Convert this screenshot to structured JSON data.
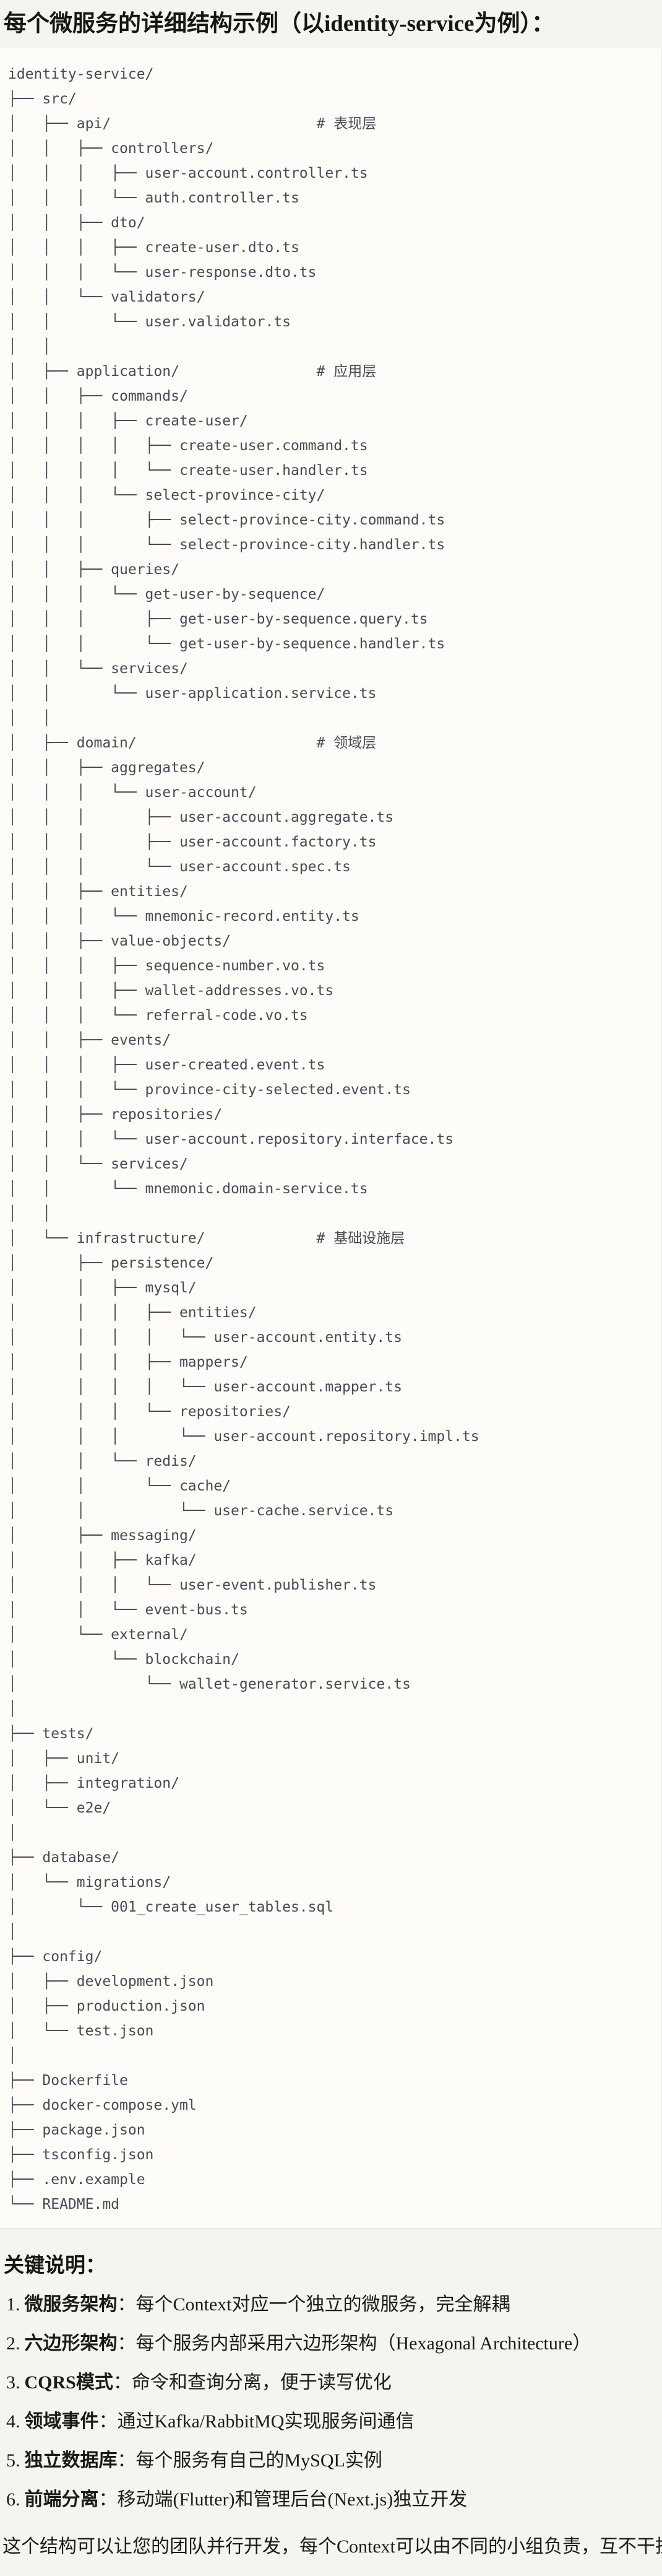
{
  "title": "每个微服务的详细结构示例（以identity-service为例）：",
  "tree": {
    "lines": [
      "identity-service/",
      "├── src/",
      "│   ├── api/                        # 表现层",
      "│   │   ├── controllers/",
      "│   │   │   ├── user-account.controller.ts",
      "│   │   │   └── auth.controller.ts",
      "│   │   ├── dto/",
      "│   │   │   ├── create-user.dto.ts",
      "│   │   │   └── user-response.dto.ts",
      "│   │   └── validators/",
      "│   │       └── user.validator.ts",
      "│   │",
      "│   ├── application/                # 应用层",
      "│   │   ├── commands/",
      "│   │   │   ├── create-user/",
      "│   │   │   │   ├── create-user.command.ts",
      "│   │   │   │   └── create-user.handler.ts",
      "│   │   │   └── select-province-city/",
      "│   │   │       ├── select-province-city.command.ts",
      "│   │   │       └── select-province-city.handler.ts",
      "│   │   ├── queries/",
      "│   │   │   └── get-user-by-sequence/",
      "│   │   │       ├── get-user-by-sequence.query.ts",
      "│   │   │       └── get-user-by-sequence.handler.ts",
      "│   │   └── services/",
      "│   │       └── user-application.service.ts",
      "│   │",
      "│   ├── domain/                     # 领域层",
      "│   │   ├── aggregates/",
      "│   │   │   └── user-account/",
      "│   │   │       ├── user-account.aggregate.ts",
      "│   │   │       ├── user-account.factory.ts",
      "│   │   │       └── user-account.spec.ts",
      "│   │   ├── entities/",
      "│   │   │   └── mnemonic-record.entity.ts",
      "│   │   ├── value-objects/",
      "│   │   │   ├── sequence-number.vo.ts",
      "│   │   │   ├── wallet-addresses.vo.ts",
      "│   │   │   └── referral-code.vo.ts",
      "│   │   ├── events/",
      "│   │   │   ├── user-created.event.ts",
      "│   │   │   └── province-city-selected.event.ts",
      "│   │   ├── repositories/",
      "│   │   │   └── user-account.repository.interface.ts",
      "│   │   └── services/",
      "│   │       └── mnemonic.domain-service.ts",
      "│   │",
      "│   └── infrastructure/             # 基础设施层",
      "│       ├── persistence/",
      "│       │   ├── mysql/",
      "│       │   │   ├── entities/",
      "│       │   │   │   └── user-account.entity.ts",
      "│       │   │   ├── mappers/",
      "│       │   │   │   └── user-account.mapper.ts",
      "│       │   │   └── repositories/",
      "│       │   │       └── user-account.repository.impl.ts",
      "│       │   └── redis/",
      "│       │       └── cache/",
      "│       │           └── user-cache.service.ts",
      "│       ├── messaging/",
      "│       │   ├── kafka/",
      "│       │   │   └── user-event.publisher.ts",
      "│       │   └── event-bus.ts",
      "│       └── external/",
      "│           └── blockchain/",
      "│               └── wallet-generator.service.ts",
      "│",
      "├── tests/",
      "│   ├── unit/",
      "│   ├── integration/",
      "│   └── e2e/",
      "│",
      "├── database/",
      "│   └── migrations/",
      "│       └── 001_create_user_tables.sql",
      "│",
      "├── config/",
      "│   ├── development.json",
      "│   ├── production.json",
      "│   └── test.json",
      "│",
      "├── Dockerfile",
      "├── docker-compose.yml",
      "├── package.json",
      "├── tsconfig.json",
      "├── .env.example",
      "└── README.md"
    ]
  },
  "notes": {
    "heading": "关键说明：",
    "items": [
      {
        "number": "1.",
        "term": "微服务架构",
        "desc": "：每个Context对应一个独立的微服务，完全解耦"
      },
      {
        "number": "2.",
        "term": "六边形架构",
        "desc": "：每个服务内部采用六边形架构（Hexagonal Architecture）"
      },
      {
        "number": "3.",
        "term": "CQRS模式",
        "desc": "：命令和查询分离，便于读写优化"
      },
      {
        "number": "4.",
        "term": "领域事件",
        "desc": "：通过Kafka/RabbitMQ实现服务间通信"
      },
      {
        "number": "5.",
        "term": "独立数据库",
        "desc": "：每个服务有自己的MySQL实例"
      },
      {
        "number": "6.",
        "term": "前端分离",
        "desc": "：移动端(Flutter)和管理后台(Next.js)独立开发"
      }
    ],
    "footer": "这个结构可以让您的团队并行开发，每个Context可以由不同的小组负责，互不干扰。"
  },
  "colors": {
    "page_bg": "#f5f4ee",
    "code_bg": "#fdfcf9",
    "code_border": "#e7e4db",
    "code_text": "#464b52",
    "body_text": "#1b1a17"
  }
}
